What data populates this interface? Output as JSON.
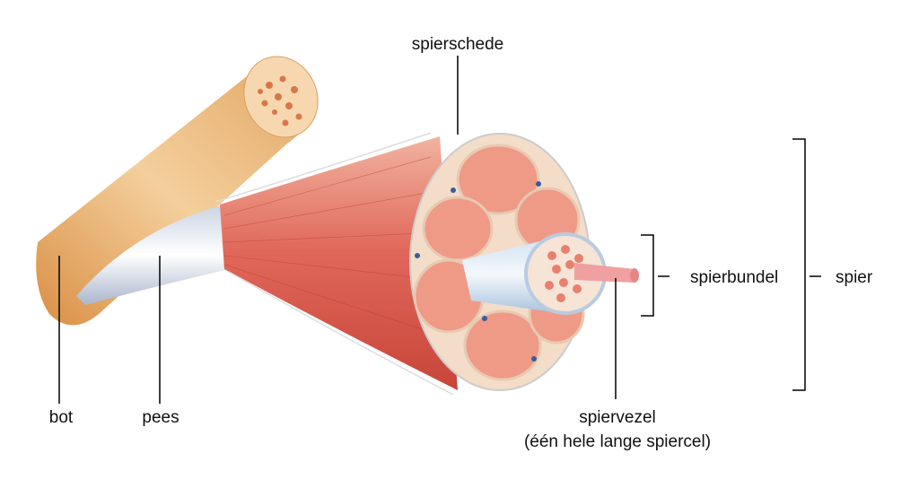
{
  "labels": {
    "sheath": "spierschede",
    "bundle": "spierbundel",
    "muscle": "spier",
    "bone": "bot",
    "tendon": "pees",
    "fiber": "spiervezel",
    "fiber_note": "(één hele lange spiercel)"
  },
  "colors": {
    "bone": "#e9b57a",
    "muscle": "#d9574a",
    "tendon": "#dfe6ee",
    "fiber": "#f0a0a0",
    "line": "#000000"
  }
}
